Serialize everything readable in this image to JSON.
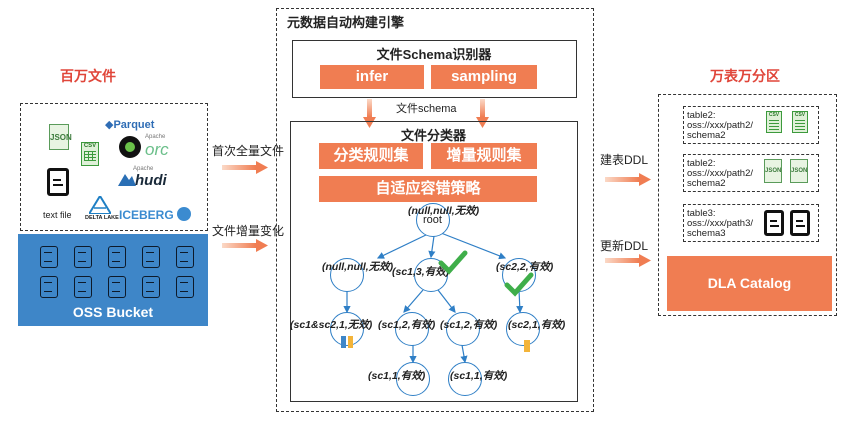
{
  "left": {
    "title": "百万文件",
    "formats": {
      "json": "JSON",
      "csv": "CSV",
      "parquet": "Parquet",
      "orc_small": "Apache",
      "orc": "orc",
      "hudi_small": "Apache",
      "hudi": "hudi",
      "text_file": "text file",
      "delta": "DELTA LAKE",
      "iceberg": "ICEBERG"
    },
    "oss_bucket": "OSS Bucket"
  },
  "arrows": {
    "first_full": "首次全量文件",
    "incremental": "文件增量变化",
    "create_table": "建表DDL",
    "update_table": "更新DDL"
  },
  "engine": {
    "title": "元数据自动构建引擎",
    "schema_recognizer": {
      "title": "文件Schema识别器",
      "infer": "infer",
      "sampling": "sampling"
    },
    "file_schema": "文件schema",
    "classifier": {
      "title": "文件分类器",
      "rule_set": "分类规则集",
      "incremental_rule_set": "增量规则集",
      "adaptive": "自适应容错策略"
    },
    "tree": {
      "root_label": "(null,null,无效)",
      "root_text": "root",
      "n1": "(null,null,无效)",
      "n2": "(sc1,3,有效)",
      "n3": "(sc2,2,有效)",
      "n4": "(sc1&sc2,1,无效)",
      "n5": "(sc1,2,有效)",
      "n6": "(sc1,2,有效)",
      "n7": "(sc2,1,有效)",
      "n8": "(sc1,1,有效)",
      "n9": "(sc1,1,有效)"
    }
  },
  "right": {
    "title": "万表万分区",
    "tables": [
      {
        "name": "table2:",
        "path": "oss://xxx/path2/",
        "schema": "schema2"
      },
      {
        "name": "table2:",
        "path": "oss://xxx/path2/",
        "schema": "schema2"
      },
      {
        "name": "table3:",
        "path": "oss://xxx/path3/",
        "schema": "schema3"
      }
    ],
    "catalog": "DLA Catalog"
  },
  "colors": {
    "accent_orange": "#f07d52",
    "title_red": "#e0463a",
    "oss_blue": "#3e86c8",
    "check_green": "#3fae4a"
  }
}
